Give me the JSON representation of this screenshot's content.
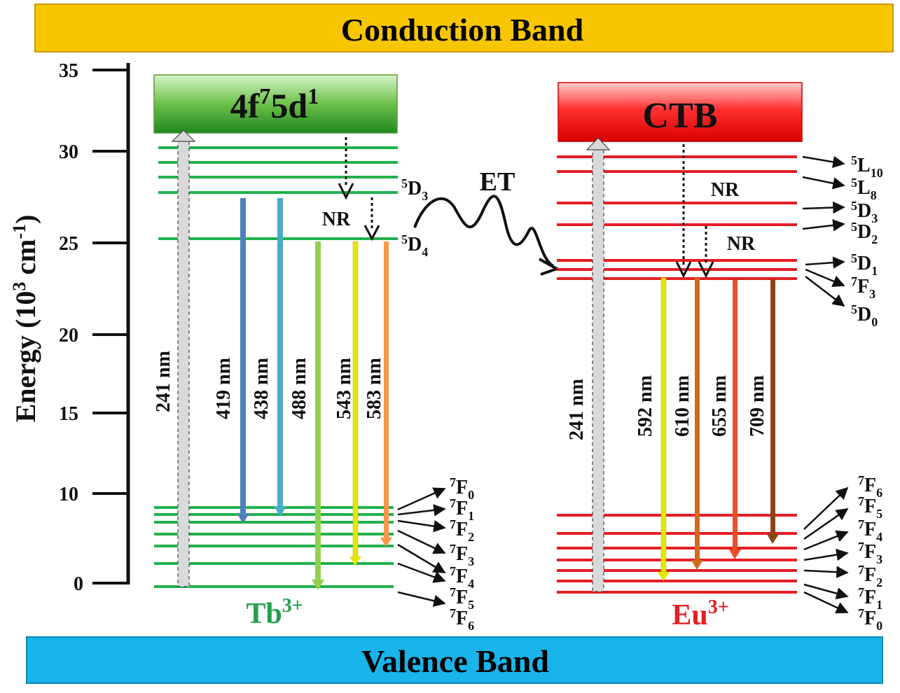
{
  "bands": {
    "conduction": {
      "label": "Conduction Band",
      "color": "#f7c600"
    },
    "valence": {
      "label": "Valence Band",
      "color": "#19b4ea"
    }
  },
  "axis": {
    "label_main": "Energy (10",
    "label_sup": "3",
    "label_mid": " cm",
    "label_sup2": "-1",
    "label_end": ")",
    "ticks": [
      "35",
      "30",
      "25",
      "20",
      "15",
      "10",
      "0"
    ]
  },
  "tb": {
    "box_label_main": "4f",
    "box_sup1": "7",
    "box_mid": "5d",
    "box_sup2": "1",
    "ion": "Tb",
    "ion_charge": "3+",
    "color": "#22b14c",
    "upper_states": [
      {
        "base": "5",
        "sym": "D",
        "sub": "3"
      },
      {
        "base": "5",
        "sym": "D",
        "sub": "4"
      }
    ],
    "nr": "NR",
    "excitation": "241 nm",
    "emissions": [
      {
        "label": "419 nm",
        "color": "#4f81bd"
      },
      {
        "label": "438 nm",
        "color": "#4bacc6"
      },
      {
        "label": "488 nm",
        "color": "#92d050"
      },
      {
        "label": "543 nm",
        "color": "#e6e600"
      },
      {
        "label": "583 nm",
        "color": "#f79646"
      }
    ],
    "ground_states": [
      {
        "base": "7",
        "sym": "F",
        "sub": "0"
      },
      {
        "base": "7",
        "sym": "F",
        "sub": "1"
      },
      {
        "base": "7",
        "sym": "F",
        "sub": "2"
      },
      {
        "base": "7",
        "sym": "F",
        "sub": "3"
      },
      {
        "base": "7",
        "sym": "F",
        "sub": "4"
      },
      {
        "base": "7",
        "sym": "F",
        "sub": "5"
      },
      {
        "base": "7",
        "sym": "F",
        "sub": "6"
      }
    ]
  },
  "transfer": {
    "label": "ET"
  },
  "eu": {
    "box_label": "CTB",
    "ion": "Eu",
    "ion_charge": "3+",
    "color": "#e31e24",
    "nr1": "NR",
    "nr2": "NR",
    "upper_states": [
      {
        "base": "5",
        "sym": "L",
        "sub": "10"
      },
      {
        "base": "5",
        "sym": "L",
        "sub": "8"
      },
      {
        "base": "5",
        "sym": "D",
        "sub": "3"
      },
      {
        "base": "5",
        "sym": "D",
        "sub": "2"
      },
      {
        "base": "5",
        "sym": "D",
        "sub": "1"
      },
      {
        "base": "7",
        "sym": "F",
        "sub": "3"
      },
      {
        "base": "5",
        "sym": "D",
        "sub": "0"
      }
    ],
    "excitation": "241 nm",
    "emissions": [
      {
        "label": "592 nm",
        "color": "#e6e600"
      },
      {
        "label": "610 nm",
        "color": "#d2691e"
      },
      {
        "label": "655 nm",
        "color": "#e8502a"
      },
      {
        "label": "709 nm",
        "color": "#8b4513"
      }
    ],
    "ground_states": [
      {
        "base": "7",
        "sym": "F",
        "sub": "6"
      },
      {
        "base": "7",
        "sym": "F",
        "sub": "5"
      },
      {
        "base": "7",
        "sym": "F",
        "sub": "4"
      },
      {
        "base": "7",
        "sym": "F",
        "sub": "3"
      },
      {
        "base": "7",
        "sym": "F",
        "sub": "2"
      },
      {
        "base": "7",
        "sym": "F",
        "sub": "1"
      },
      {
        "base": "7",
        "sym": "F",
        "sub": "0"
      }
    ]
  }
}
